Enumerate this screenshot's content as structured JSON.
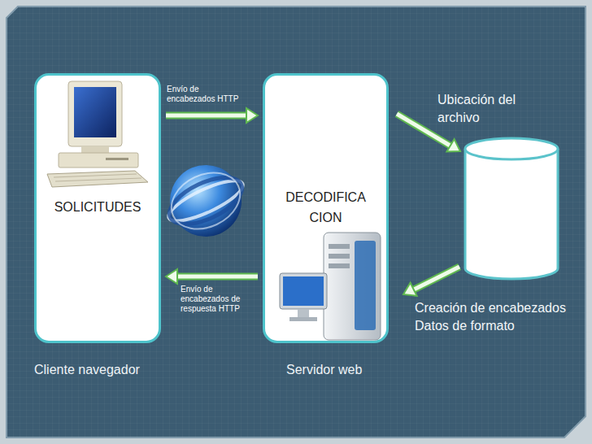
{
  "diagram": {
    "nodes": [
      {
        "text": [
          "SOLICITUDES",
          "Cliente navegador"
        ]
      },
      {
        "text": [
          "DECODIFICA CION",
          "Servidor web"
        ]
      }
    ],
    "edges": [
      {
        "from": 0,
        "to": 1,
        "arrow": "to",
        "label": "Envío de encabezados HTTP"
      },
      {
        "from": 1,
        "to": 0,
        "arrow": "to",
        "label": "Envío de encabezados de respuesta HTTP"
      }
    ],
    "labels": [
      "Ubicación del archivo",
      "Creación de encabezados",
      "Datos de formato"
    ]
  }
}
